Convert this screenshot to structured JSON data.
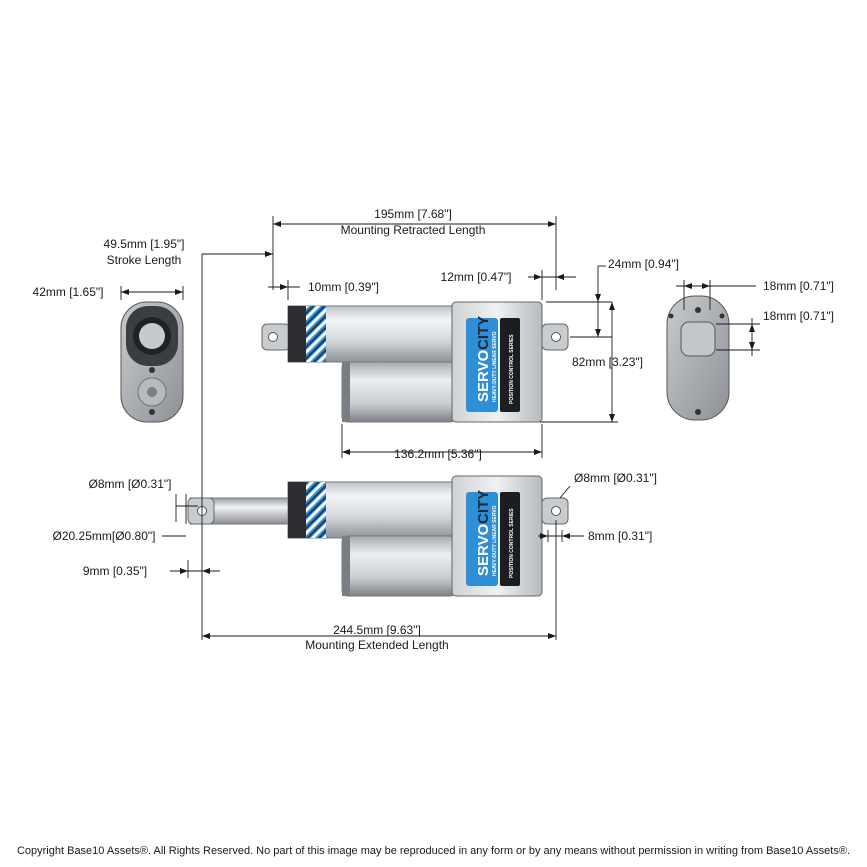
{
  "labels": {
    "retracted_length": "195mm [7.68\"]",
    "retracted_caption": "Mounting Retracted Length",
    "stroke_length": "49.5mm [1.95\"]",
    "stroke_caption": "Stroke Length",
    "width_42": "42mm [1.65\"]",
    "offset_10": "10mm [0.39\"]",
    "offset_12": "12mm [0.47\"]",
    "offset_24": "24mm [0.94\"]",
    "height_82": "82mm [3.23\"]",
    "motor_136": "136.2mm [5.36\"]",
    "end_18a": "18mm [0.71\"]",
    "end_18b": "18mm [0.71\"]",
    "hole_8_left": "Ø8mm [Ø0.31\"]",
    "rod_dia": "Ø20.25mm[Ø0.80\"]",
    "offset_9": "9mm [0.35\"]",
    "hole_8_right": "Ø8mm [Ø0.31\"]",
    "offset_8": "8mm [0.31\"]",
    "extended_length": "244.5mm [9.63\"]",
    "extended_caption": "Mounting Extended Length"
  },
  "brand": {
    "name_a": "SERVO",
    "name_b": "CITY",
    "product": "HEAVY-DUTY LINEAR SERVO",
    "series": "POSITION CONTROL SERIES",
    "accent": "#2f8fd6"
  },
  "footer": "Copyright Base10 Assets®.  All Rights Reserved. No part of this image may be reproduced in any form or by any means without permission in writing from Base10 Assets®."
}
